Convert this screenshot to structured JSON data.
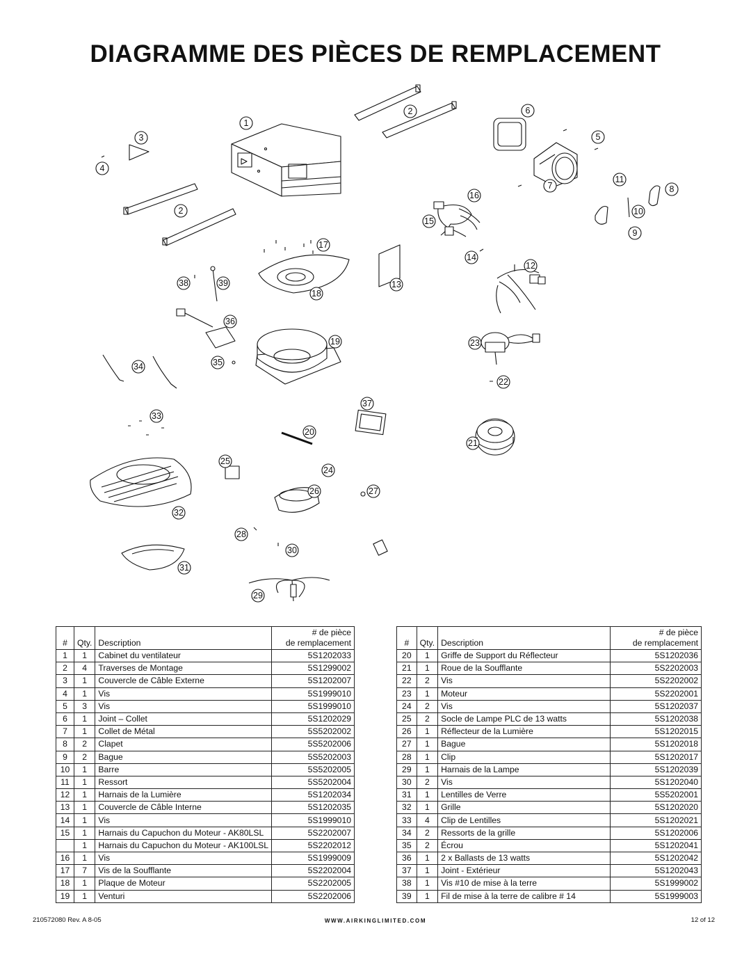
{
  "title": "DIAGRAMME DES PIÈCES DE REMPLACEMENT",
  "callouts": [
    "1",
    "2",
    "2",
    "3",
    "4",
    "5",
    "6",
    "7",
    "8",
    "9",
    "10",
    "11",
    "12",
    "13",
    "14",
    "15",
    "16",
    "17",
    "18",
    "19",
    "20",
    "21",
    "22",
    "23",
    "24",
    "25",
    "26",
    "27",
    "28",
    "29",
    "30",
    "31",
    "32",
    "33",
    "34",
    "35",
    "36",
    "37",
    "38",
    "39"
  ],
  "table": {
    "headers": {
      "num": "#",
      "qty": "Qty.",
      "description": "Description",
      "part_line1": "# de pièce",
      "part_line2": "de remplacement"
    },
    "left_rows": [
      {
        "num": "1",
        "qty": "1",
        "description": "Cabinet du ventilateur",
        "part": "5S1202033"
      },
      {
        "num": "2",
        "qty": "4",
        "description": "Traverses de Montage",
        "part": "5S1299002"
      },
      {
        "num": "3",
        "qty": "1",
        "description": "Couvercle de Câble Externe",
        "part": "5S1202007"
      },
      {
        "num": "4",
        "qty": "1",
        "description": "Vis",
        "part": "5S1999010"
      },
      {
        "num": "5",
        "qty": "3",
        "description": "Vis",
        "part": "5S1999010"
      },
      {
        "num": "6",
        "qty": "1",
        "description": "Joint – Collet",
        "part": "5S1202029"
      },
      {
        "num": "7",
        "qty": "1",
        "description": "Collet de Métal",
        "part": "5S5202002"
      },
      {
        "num": "8",
        "qty": "2",
        "description": "Clapet",
        "part": "5S5202006"
      },
      {
        "num": "9",
        "qty": "2",
        "description": "Bague",
        "part": "5S5202003"
      },
      {
        "num": "10",
        "qty": "1",
        "description": "Barre",
        "part": "5S5202005"
      },
      {
        "num": "11",
        "qty": "1",
        "description": "Ressort",
        "part": "5S5202004"
      },
      {
        "num": "12",
        "qty": "1",
        "description": "Harnais de la Lumière",
        "part": "5S1202034"
      },
      {
        "num": "13",
        "qty": "1",
        "description": "Couvercle de Câble Interne",
        "part": "5S1202035"
      },
      {
        "num": "14",
        "qty": "1",
        "description": "Vis",
        "part": "5S1999010"
      },
      {
        "num": "15",
        "qty": "1",
        "description": "Harnais du Capuchon du Moteur - AK80LSL",
        "part": "5S2202007"
      },
      {
        "num": "",
        "qty": "1",
        "description": "Harnais du Capuchon du Moteur - AK100LSL",
        "part": "5S2202012"
      },
      {
        "num": "16",
        "qty": "1",
        "description": "Vis",
        "part": "5S1999009"
      },
      {
        "num": "17",
        "qty": "7",
        "description": "Vis de la Soufflante",
        "part": "5S2202004"
      },
      {
        "num": "18",
        "qty": "1",
        "description": "Plaque de Moteur",
        "part": "5S2202005"
      },
      {
        "num": "19",
        "qty": "1",
        "description": "Venturi",
        "part": "5S2202006"
      }
    ],
    "right_rows": [
      {
        "num": "20",
        "qty": "1",
        "description": "Griffe de Support du Réflecteur",
        "part": "5S1202036"
      },
      {
        "num": "21",
        "qty": "1",
        "description": "Roue de la Soufflante",
        "part": "5S2202003"
      },
      {
        "num": "22",
        "qty": "2",
        "description": "Vis",
        "part": "5S2202002"
      },
      {
        "num": "23",
        "qty": "1",
        "description": "Moteur",
        "part": "5S2202001"
      },
      {
        "num": "24",
        "qty": "2",
        "description": "Vis",
        "part": "5S1202037"
      },
      {
        "num": "25",
        "qty": "2",
        "description": "Socle de Lampe PLC de 13 watts",
        "part": "5S1202038"
      },
      {
        "num": "26",
        "qty": "1",
        "description": "Réflecteur de la Lumière",
        "part": "5S1202015"
      },
      {
        "num": "27",
        "qty": "1",
        "description": "Bague",
        "part": "5S1202018"
      },
      {
        "num": "28",
        "qty": "1",
        "description": "Clip",
        "part": "5S1202017"
      },
      {
        "num": "29",
        "qty": "1",
        "description": "Harnais de la Lampe",
        "part": "5S1202039"
      },
      {
        "num": "30",
        "qty": "2",
        "description": "Vis",
        "part": "5S1202040"
      },
      {
        "num": "31",
        "qty": "1",
        "description": "Lentilles de Verre",
        "part": "5S5202001"
      },
      {
        "num": "32",
        "qty": "1",
        "description": "Grille",
        "part": "5S1202020"
      },
      {
        "num": "33",
        "qty": "4",
        "description": "Clip de Lentilles",
        "part": "5S1202021"
      },
      {
        "num": "34",
        "qty": "2",
        "description": "Ressorts de la grille",
        "part": "5S1202006"
      },
      {
        "num": "35",
        "qty": "2",
        "description": "Écrou",
        "part": "5S1202041"
      },
      {
        "num": "36",
        "qty": "1",
        "description": "2 x Ballasts de 13 watts",
        "part": "5S1202042"
      },
      {
        "num": "37",
        "qty": "1",
        "description": "Joint - Extérieur",
        "part": "5S1202043"
      },
      {
        "num": "38",
        "qty": "1",
        "description": "Vis #10 de mise à la terre",
        "part": "5S1999002"
      },
      {
        "num": "39",
        "qty": "1",
        "description": "Fil de mise à la terre de calibre # 14",
        "part": "5S1999003"
      }
    ]
  },
  "footer": {
    "doc_number": "210572080 Rev. A 8-05",
    "website": "WWW.AIRKINGLIMITED.COM",
    "page": "12 of 12"
  }
}
